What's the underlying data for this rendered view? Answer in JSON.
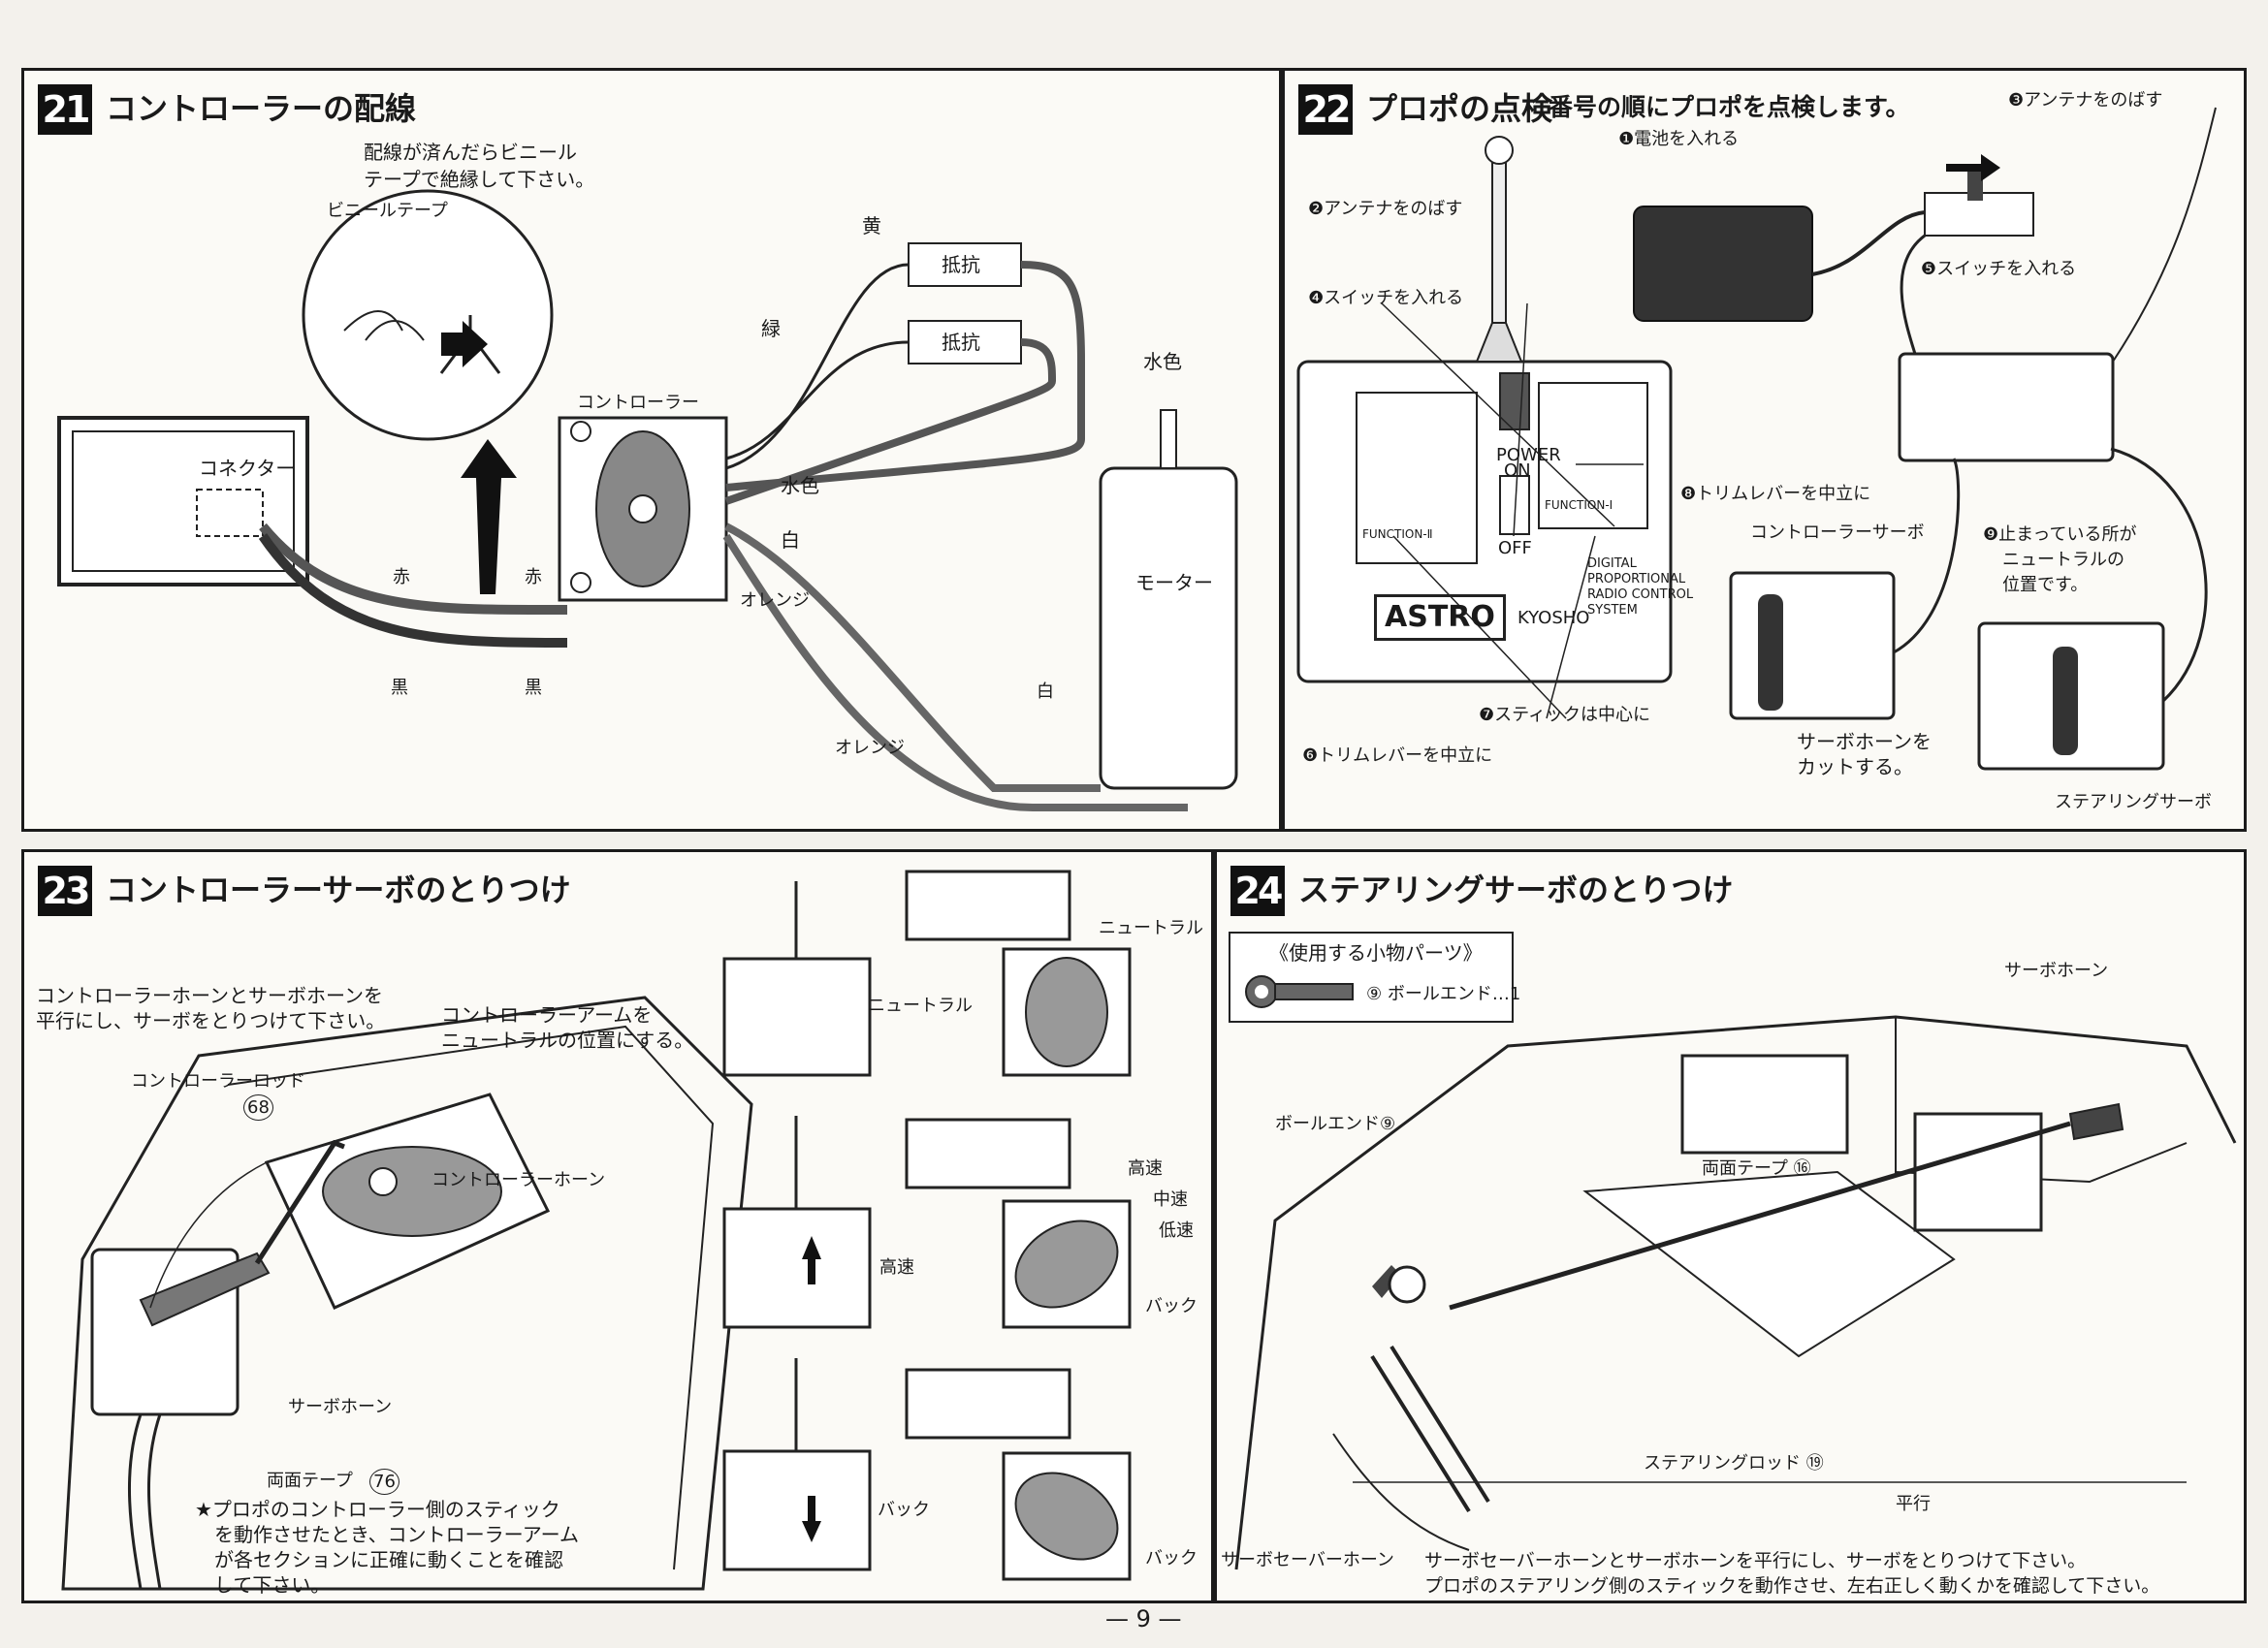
{
  "page_number": "— 9 —",
  "s21": {
    "num": "21",
    "title": "コントローラーの配線",
    "note_l1": "配線が済んだらビニール",
    "note_l2": "テープで絶縁して下さい。",
    "vinyl_tape": "ビニールテープ",
    "resistor": "抵抗",
    "yellow": "黄",
    "green": "緑",
    "lightblue": "水色",
    "white": "白",
    "orange": "オレンジ",
    "red": "赤",
    "black": "黒",
    "controller": "コントローラー",
    "connector": "コネクター",
    "motor": "モーター"
  },
  "s22": {
    "num": "22",
    "title": "プロポの点検",
    "subtitle": "番号の順にプロポを点検します。",
    "step1": "❶電池を入れる",
    "step2": "❷アンテナをのばす",
    "step3": "❸アンテナをのばす",
    "step4": "❹スイッチを入れる",
    "step5": "❺スイッチを入れる",
    "step6": "❻トリムレバーを中立に",
    "step7": "❼スティックは中心に",
    "step8": "❽トリムレバーを中立に",
    "step9_l1": "❾止まっている所が",
    "step9_l2": "ニュートラルの",
    "step9_l3": "位置です。",
    "controller_servo": "コントローラーサーボ",
    "steering_servo": "ステアリングサーボ",
    "cut_l1": "サーボホーンを",
    "cut_l2": "カットする。",
    "brand": "ASTRO",
    "model": "KYOSHO",
    "power": "POWER",
    "on": "ON",
    "off": "OFF",
    "func2": "FUNCTION-Ⅱ",
    "func1": "FUNCTION-Ⅰ",
    "dp_l1": "DIGITAL",
    "dp_l2": "PROPORTIONAL",
    "dp_l3": "RADIO CONTROL",
    "dp_l4": "SYSTEM"
  },
  "s23": {
    "num": "23",
    "title": "コントローラーサーボのとりつけ",
    "text1_l1": "コントローラーホーンとサーボホーンを",
    "text1_l2": "平行にし、サーボをとりつけて下さい。",
    "text2_l1": "コントローラーアームを",
    "text2_l2": "ニュートラルの位置にする。",
    "rod": "コントローラーロッド",
    "rod_num": "68",
    "horn": "コントローラーホーン",
    "servo_horn": "サーボホーン",
    "tape": "両面テープ",
    "tape_num": "76",
    "star_l1": "★プロポのコントローラー側のスティック",
    "star_l2": "を動作させたとき、コントローラーアーム",
    "star_l3": "が各セクションに正確に動くことを確認",
    "star_l4": "して下さい。",
    "neutral": "ニュートラル",
    "high": "高速",
    "mid": "中速",
    "low": "低速",
    "back": "バック"
  },
  "s24": {
    "num": "24",
    "title": "ステアリングサーボのとりつけ",
    "parts_title": "《使用する小物パーツ》",
    "parts_item": "⑨ ボールエンド…1",
    "ballend": "ボールエンド⑨",
    "servo_horn": "サーボホーン",
    "tape": "両面テープ ⑯",
    "rod": "ステアリングロッド ⑲",
    "parallel": "平行",
    "saver_horn": "サーボセーバーホーン",
    "bottom_l1": "サーボセーバーホーンとサーボホーンを平行にし、サーボをとりつけて下さい。",
    "bottom_l2": "プロポのステアリング側のスティックを動作させ、左右正しく動くかを確認して下さい。"
  }
}
